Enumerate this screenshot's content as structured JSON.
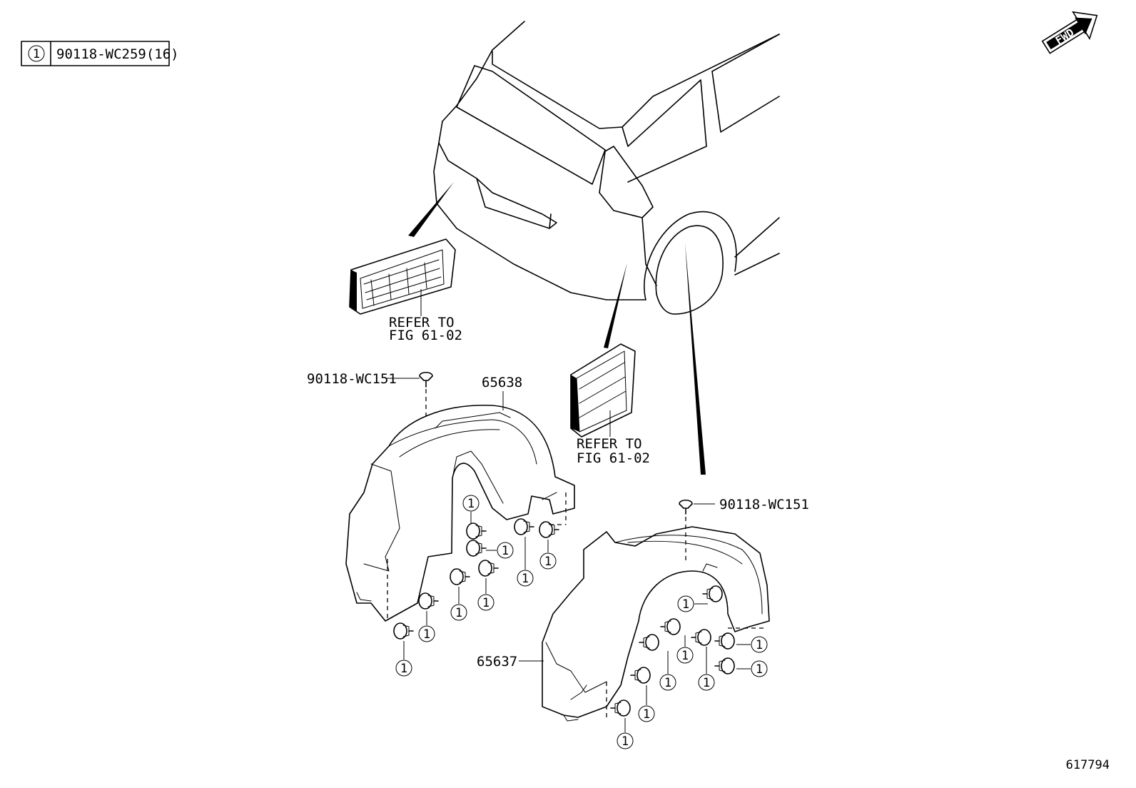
{
  "legend": {
    "symbol": "1",
    "text": "90118-WC259(16)"
  },
  "fwd_label": "FWD",
  "labels": {
    "refer_upper_line1": "REFER TO",
    "refer_upper_line2": "FIG 61-02",
    "refer_lower_line1": "REFER TO",
    "refer_lower_line2": "FIG 61-02",
    "part_clip_left": "90118-WC151",
    "part_liner_rear": "65638",
    "part_clip_right": "90118-WC151",
    "part_liner_front": "65637"
  },
  "callout_symbol": "1",
  "figure_number": "617794"
}
